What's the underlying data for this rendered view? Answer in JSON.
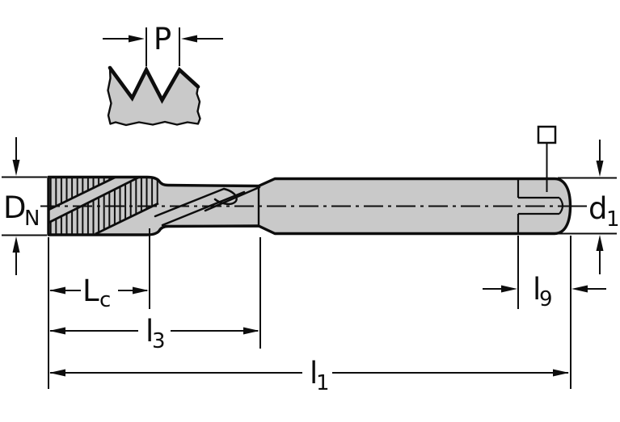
{
  "drawing_labels": {
    "pitch": {
      "main": "P"
    },
    "nominal_diameter": {
      "main": "D",
      "sub": "N"
    },
    "shank_diameter": {
      "main": "d",
      "sub": "1"
    },
    "chamfer_length": {
      "main": "L",
      "sub": "c"
    },
    "thread_length": {
      "main": "l",
      "sub": "3"
    },
    "square_length": {
      "main": "l",
      "sub": "9"
    },
    "overall_length": {
      "main": "l",
      "sub": "1"
    }
  },
  "icons": {
    "square_drive": "square-outline-icon"
  },
  "colors": {
    "body_fill": "#c9c9c9",
    "line": "#0d0d0d",
    "background": "#ffffff"
  }
}
